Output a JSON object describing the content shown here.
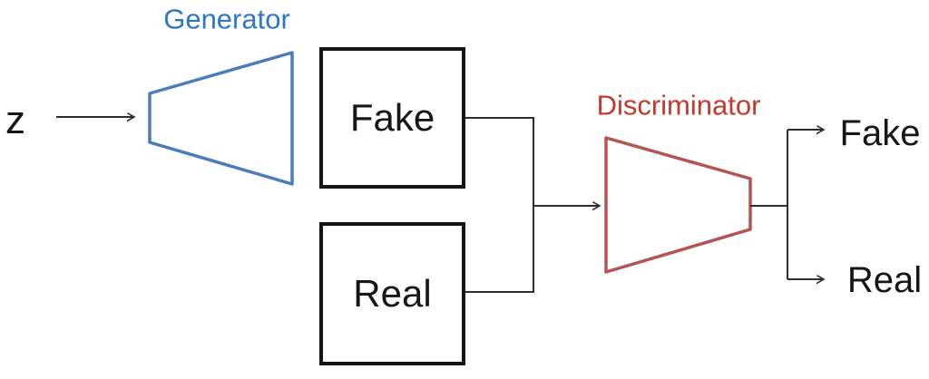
{
  "diagram": {
    "type": "gan-architecture",
    "labels": {
      "z": "z",
      "generator": "Generator",
      "discriminator": "Discriminator",
      "fake_box": "Fake",
      "real_box": "Real",
      "output_fake": "Fake",
      "output_real": "Real"
    }
  },
  "colors": {
    "background": "#ffffff",
    "text": "#161616",
    "box_outline": "#161616",
    "connector": "#2e2e2e",
    "generator_label": "#2e76c9",
    "generator_outline": "#4b7cbc",
    "discriminator_label": "#c23a2c",
    "discriminator_outline": "#b5534e"
  }
}
